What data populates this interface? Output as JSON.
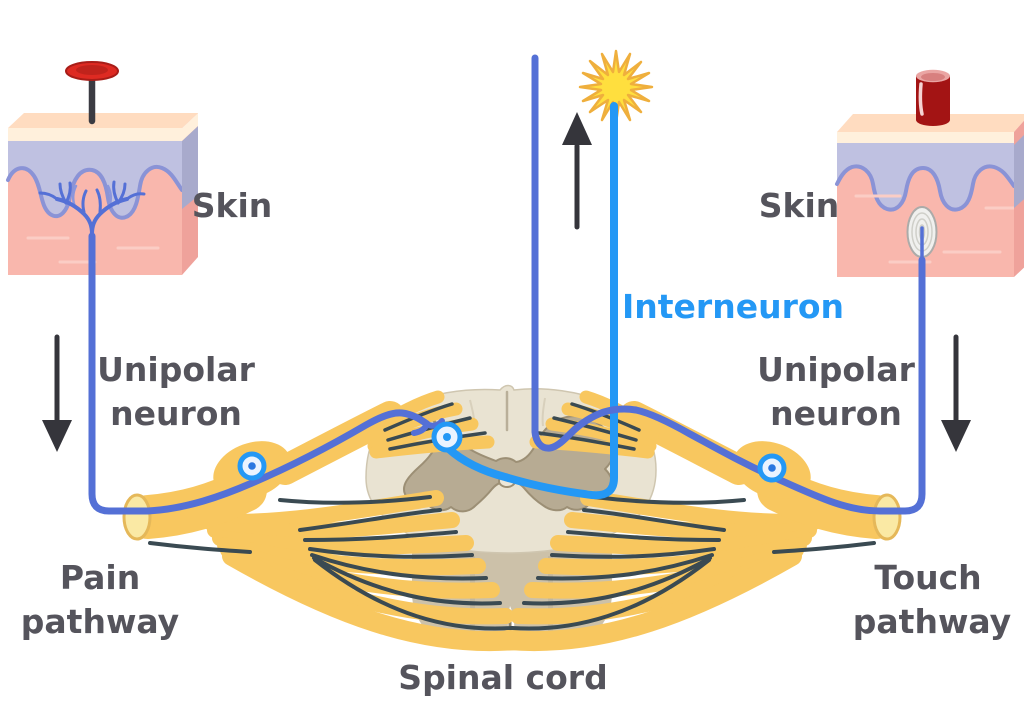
{
  "diagram": {
    "labels": {
      "skin_left": "Skin",
      "skin_right": "Skin",
      "interneuron": "Interneuron",
      "unipolar_left": [
        "Unipolar",
        "neuron"
      ],
      "unipolar_right": [
        "Unipolar",
        "neuron"
      ],
      "pain_pathway": [
        "Pain",
        "pathway"
      ],
      "touch_pathway": [
        "Touch",
        "pathway"
      ],
      "spinal_cord": "Spinal cord"
    },
    "icons": {
      "pin": "pin-icon",
      "pressure_cylinder": "pressure-cylinder-icon",
      "starburst": "signal-starburst-icon",
      "up_arrow": "up-arrow-icon",
      "down_arrow_left": "down-arrow-icon",
      "down_arrow_right": "down-arrow-icon"
    },
    "colors": {
      "text": "#55545C",
      "inter": "#2498F5",
      "uni": "#5470D6",
      "uni_light": "#8A96DC",
      "soma_fill": "#EAF3FF",
      "soma_dot": "#2B77E0",
      "gold": "#F8C75F",
      "gap": "#3A4A52",
      "cut": "#FAE9A4",
      "cut_rim": "#E5B859",
      "wm": "#E9E3D2",
      "wm_rim": "#CFC6B0",
      "gm": "#B7AB93",
      "gm_line": "#9C8F75",
      "cyl": "#CCC1A9",
      "fissure": "#8C8168",
      "canal": "#EDE7D8",
      "arrow": "#35353B",
      "star": "#FFDF3E",
      "star_rim": "#EFAF3D",
      "skin_top": "#FFDCC0",
      "skin_cream": "#FFF0DC",
      "epi": "#BFC1E1",
      "epi_line": "#8A93D6",
      "derm": "#F9B7AD",
      "side_epi": "#A8AACC",
      "side_derm": "#EFA29B",
      "streak": "#FBCDC5",
      "pin_red": "#DE2A22",
      "pin_rim": "#A81D18",
      "pin_shaft": "#3B3B42",
      "cyl_red": "#A31414",
      "cyl_red_top": "#EAA5A3",
      "corp_fill": "#F0F0EE",
      "corp_ring": "#ABABA9",
      "corp_inner": "#CFCFC9"
    }
  }
}
